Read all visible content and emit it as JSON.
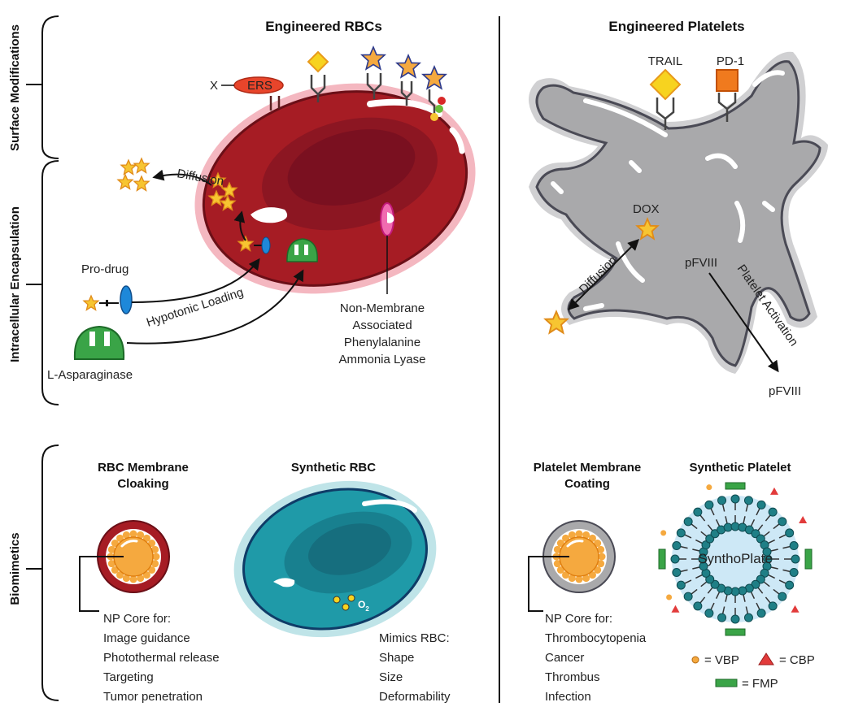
{
  "section_labels": {
    "surface": "Surface Modifications",
    "intracellular": "Intracellular Encapsulation",
    "biomimetics": "Biomimetics"
  },
  "rbc": {
    "title": "Engineered RBCs",
    "x_label": "X",
    "ers_label": "ERS",
    "diffusion_label": "Diffusion",
    "prodrug_label": "Pro-drug",
    "hypotonic_label": "Hypotonic Loading",
    "asparaginase_label": "L-Asparaginase",
    "pal_label_1": "Non-Membrane",
    "pal_label_2": "Associated",
    "pal_label_3": "Phenylalanine",
    "pal_label_4": "Ammonia Lyase"
  },
  "platelet": {
    "title": "Engineered Platelets",
    "trail_label": "TRAIL",
    "pd1_label": "PD-1",
    "dox_label": "DOX",
    "diffusion_label": "Diffusion",
    "pfviii_inner": "pFVIII",
    "activation_label": "Platelet Activation",
    "pfviii_outer": "pFVIII"
  },
  "biomimetics": {
    "rbc_cloak_title_1": "RBC Membrane",
    "rbc_cloak_title_2": "Cloaking",
    "synthetic_rbc_title": "Synthetic RBC",
    "rbc_np_items": [
      "NP Core for:",
      "Image guidance",
      "Photothermal release",
      "Targeting",
      "Tumor penetration"
    ],
    "o2_label": "O",
    "o2_sub": "2",
    "mimics_items": [
      "Mimics RBC:",
      "Shape",
      "Size",
      "Deformability"
    ],
    "plt_coat_title_1": "Platelet Membrane",
    "plt_coat_title_2": "Coating",
    "synthetic_plt_title": "Synthetic Platelet",
    "synthoplate_label": "SynthoPlate",
    "plt_np_items": [
      "NP Core for:",
      "Thrombocytopenia",
      "Cancer",
      "Thrombus",
      "Infection"
    ],
    "vbp_label": "= VBP",
    "cbp_label": "= CBP",
    "fmp_label": "= FMP"
  },
  "colors": {
    "rbc_red": "#a61c24",
    "rbc_dark": "#7a1020",
    "rbc_halo": "#f4b7c0",
    "platelet_gray": "#a9a9ab",
    "teal": "#1f9aa8",
    "star_yellow": "#f7c531",
    "green": "#3aa447",
    "blue": "#1e88d9"
  }
}
